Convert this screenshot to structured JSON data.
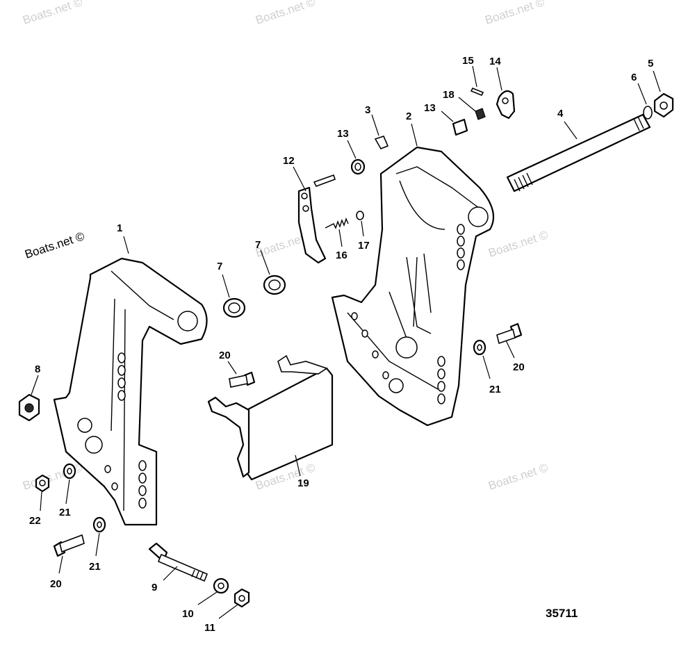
{
  "watermark": "Boats.net ©",
  "drawing_number": "35711",
  "callouts": {
    "c1": "1",
    "c2": "2",
    "c3": "3",
    "c4": "4",
    "c5": "5",
    "c6": "6",
    "c7a": "7",
    "c7b": "7",
    "c8": "8",
    "c9": "9",
    "c10": "10",
    "c11": "11",
    "c12": "12",
    "c13a": "13",
    "c13b": "13",
    "c14": "14",
    "c15": "15",
    "c16": "16",
    "c17": "17",
    "c18": "18",
    "c19": "19",
    "c20a": "20",
    "c20b": "20",
    "c20c": "20",
    "c21a": "21",
    "c21b": "21",
    "c21c": "21",
    "c22": "22"
  }
}
